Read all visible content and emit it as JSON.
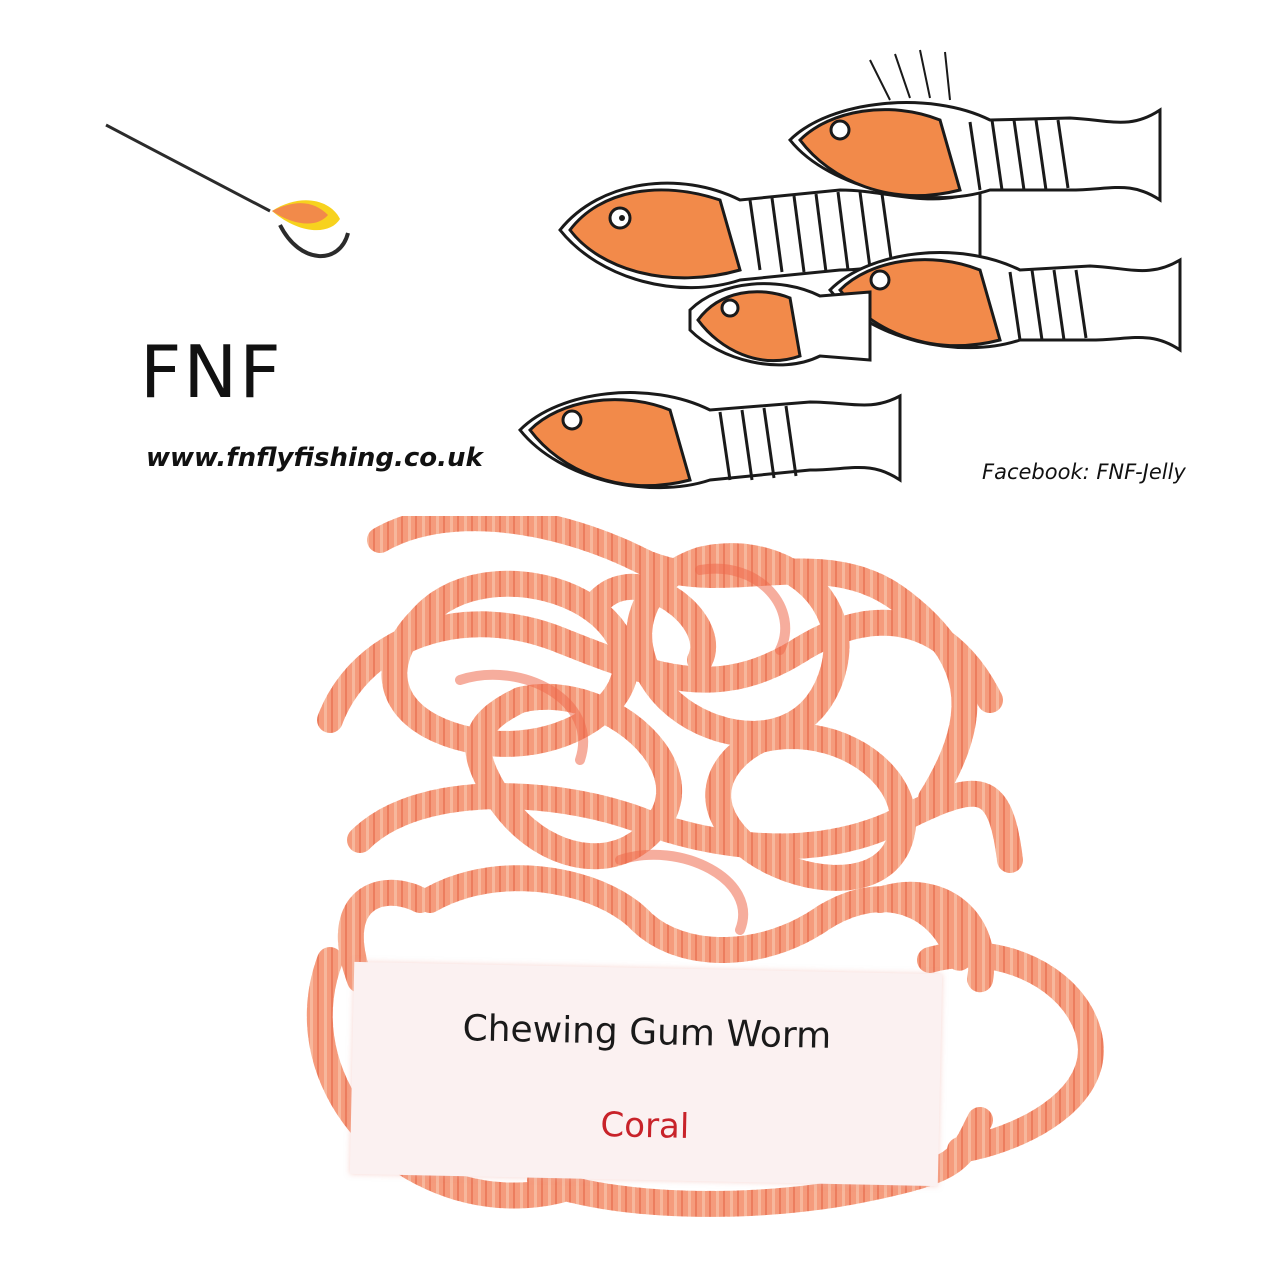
{
  "packaging": {
    "brand": "FNF",
    "website": "www.fnflyfishing.co.uk",
    "facebook": "Facebook: FNF-Jelly"
  },
  "product_label": {
    "name": "Chewing Gum Worm",
    "color": "Coral"
  },
  "colors": {
    "fish_orange": "#f28a4a",
    "worm_coral": "#f59b7c",
    "label_red": "#c8232a",
    "fly_yellow": "#f7d21e"
  },
  "icons": {
    "logo": "fly-on-hook-icon",
    "illustration": "skeleton-fish-school"
  }
}
